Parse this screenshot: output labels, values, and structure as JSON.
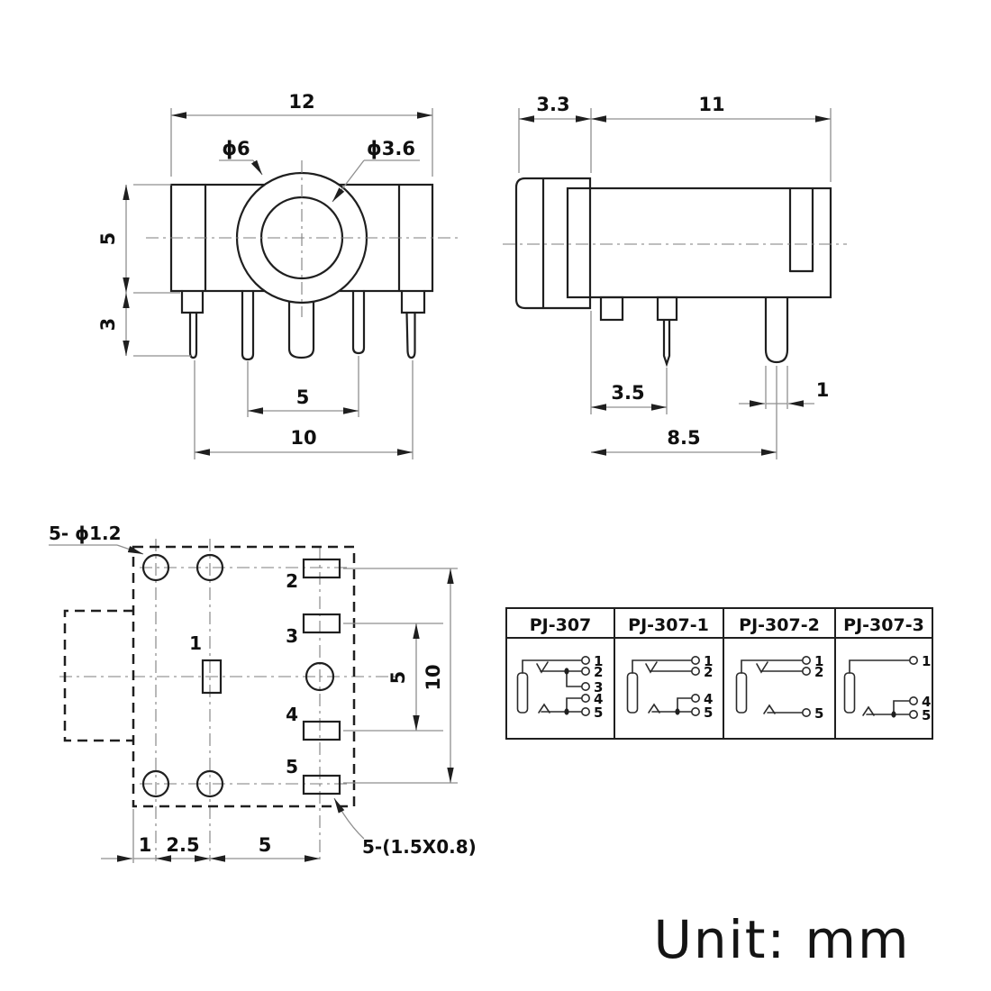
{
  "unit_note": "Unit: mm",
  "front_view": {
    "width": "12",
    "barrel_outer_dia": "ϕ6",
    "barrel_inner_dia": "ϕ3.6",
    "body_height": "5",
    "pin_length": "3",
    "pin_pitch_inner": "5",
    "pin_pitch_outer": "10"
  },
  "side_view": {
    "bushing_length": "3.3",
    "body_length": "11",
    "pin_offset": "3.5",
    "pin_width": "1",
    "pin_pitch": "8.5"
  },
  "bottom_view": {
    "holes_note": "5- ϕ1.2",
    "pads_note": "5-(1.5X0.8)",
    "pin_labels": [
      "1",
      "2",
      "3",
      "4",
      "5"
    ],
    "pad_row_pitch": "5",
    "hole_row_pitch": "10",
    "edge_offset": "1",
    "hole_col_pitch": "2.5",
    "pad_col_pitch": "5"
  },
  "variants_table": {
    "columns": [
      {
        "label": "PJ-307",
        "pins": [
          "1",
          "2",
          "3",
          "4",
          "5"
        ]
      },
      {
        "label": "PJ-307-1",
        "pins": [
          "1",
          "2",
          "4",
          "5"
        ]
      },
      {
        "label": "PJ-307-2",
        "pins": [
          "1",
          "2",
          "5"
        ]
      },
      {
        "label": "PJ-307-3",
        "pins": [
          "1",
          "4",
          "5"
        ]
      }
    ]
  },
  "colors": {
    "background": "#ffffff",
    "outline": "#1f1f1f",
    "dimension": "#8f8f8f",
    "text": "#101010"
  }
}
